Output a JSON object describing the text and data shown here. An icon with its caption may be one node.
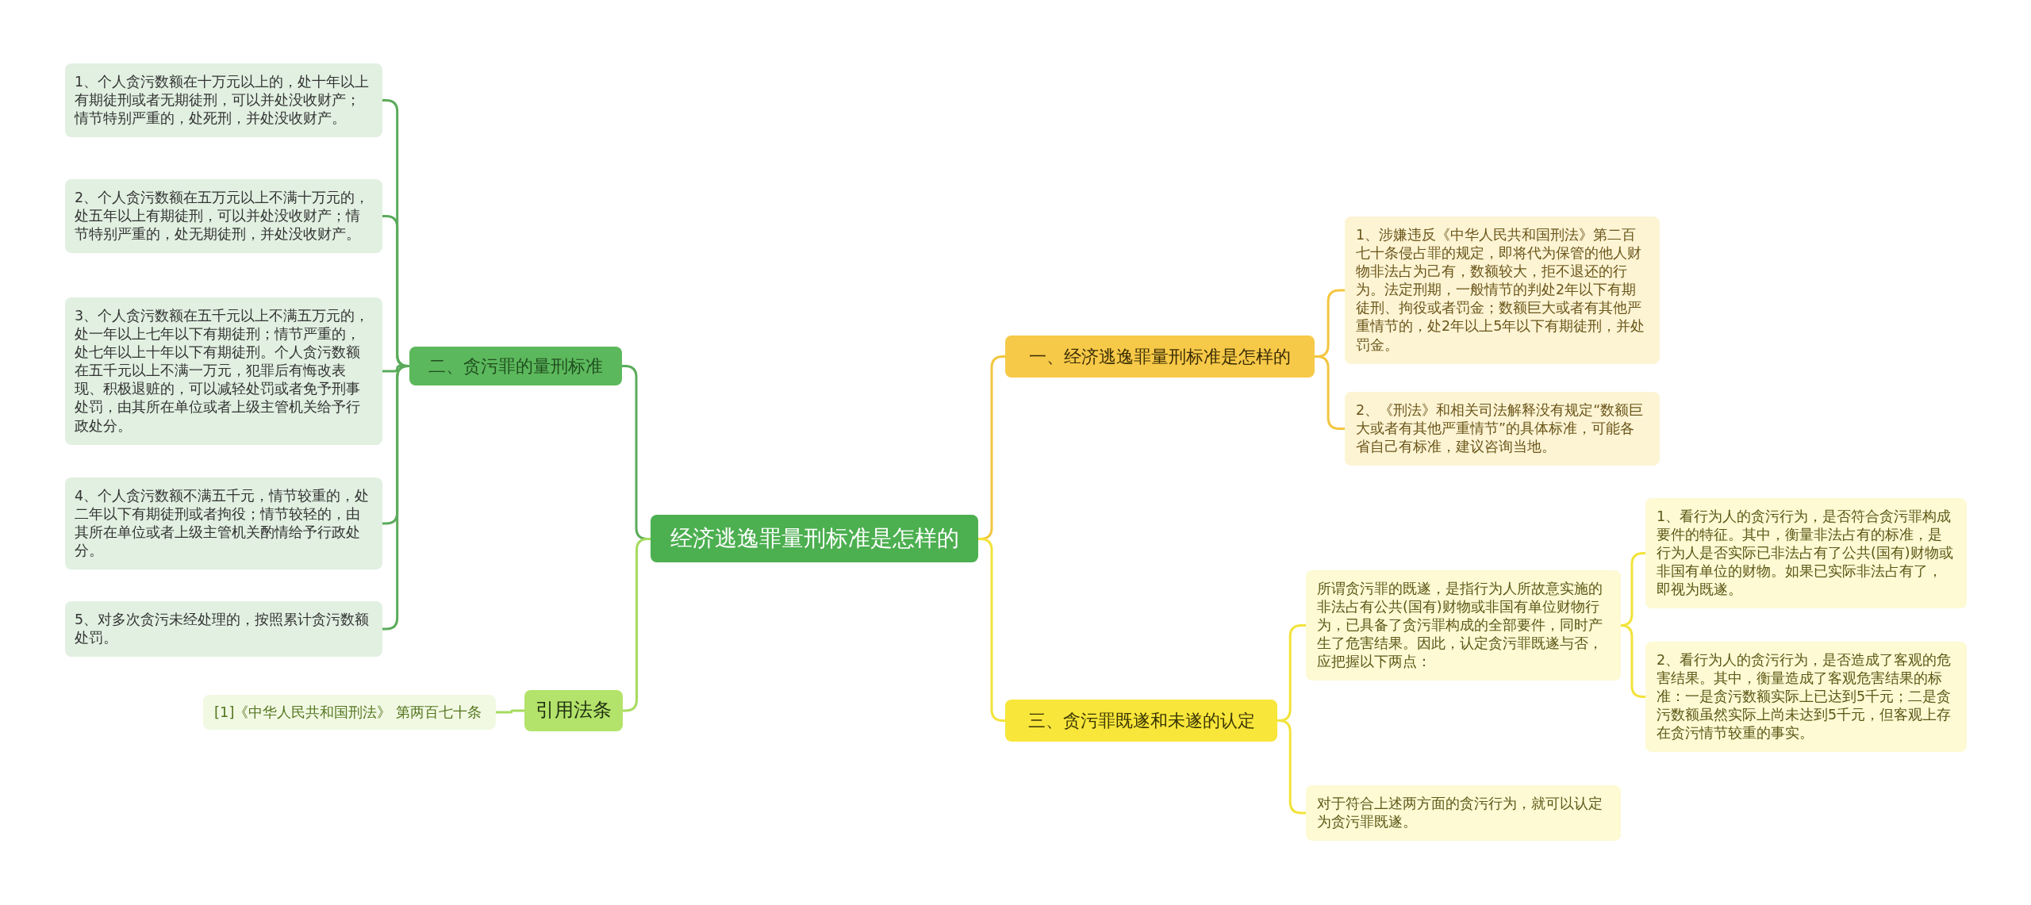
{
  "diagram": {
    "nodes": [
      {
        "text": [
          "经济逃逸罪量刑标准是怎样的"
        ]
      },
      {
        "text": [
          "二、贪污罪的量刑标准"
        ]
      },
      {
        "text": [
          "1、个人贪污数额在十万元以上的，处十年以上有期徒刑或者无期徒刑，可以并处没收财产；情节特别严重的，处死刑，并处没收财产。"
        ]
      },
      {
        "text": [
          "2、个人贪污数额在五万元以上不满十万元的，处五年以上有期徒刑，可以并处没收财产；情节特别严重的，处无期徒刑，并处没收财产。"
        ]
      },
      {
        "text": [
          "3、个人贪污数额在五千元以上不满五万元的，处一年以上七年以下有期徒刑；情节严重的，处七年以上十年以下有期徒刑。个人贪污数额在五千元以上不满一万元，犯罪后有悔改表现、积极退赃的，可以减轻处罚或者免予刑事处罚，由其所在单位或者上级主管机关给予行政处分。"
        ]
      },
      {
        "text": [
          "4、个人贪污数额不满五千元，情节较重的，处二年以下有期徒刑或者拘役；情节较轻的，由其所在单位或者上级主管机关酌情给予行政处分。"
        ]
      },
      {
        "text": [
          "5、对多次贪污未经处理的，按照累计贪污数额处罚。"
        ]
      },
      {
        "text": [
          "引用法条"
        ]
      },
      {
        "text": [
          "[1]《中华人民共和国刑法》 第两百七十条"
        ]
      },
      {
        "text": [
          "一、经济逃逸罪量刑标准是怎样的"
        ]
      },
      {
        "text": [
          "1、涉嫌违反《中华人民共和国刑法》第二百七十条侵占罪的规定，即将代为保管的他人财物非法占为己有，数额较大，拒不退还的行为。法定刑期，一般情节的判处2年以下有期徒刑、拘役或者罚金；数额巨大或者有其他严重情节的，处2年以上5年以下有期徒刑，并处罚金。"
        ]
      },
      {
        "text": [
          "2、《刑法》和相关司法解释没有规定“数额巨大或者有其他严重情节”的具体标准，可能各省自己有标准，建议咨询当地。"
        ]
      },
      {
        "text": [
          "三、贪污罪既遂和未遂的认定"
        ]
      },
      {
        "text": [
          "所谓贪污罪的既遂，是指行为人所故意实施的非法占有公共(国有)财物或非国有单位财物行为，已具备了贪污罪构成的全部要件，同时产生了危害结果。因此，认定贪污罪既遂与否，应把握以下两点："
        ]
      },
      {
        "text": [
          "1、看行为人的贪污行为，是否符合贪污罪构成要件的特征。其中，衡量非法占有的标准，是行为人是否实际已非法占有了公共(国有)财物或非国有单位的财物。如果已实际非法占有了，即视为既遂。"
        ]
      },
      {
        "text": [
          "2、看行为人的贪污行为，是否造成了客观的危害结果。其中，衡量造成了客观危害结果的标准：一是贪污数额实际上已达到5千元；二是贪污数额虽然实际上尚未达到5千元，但客观上存在贪污情节较重的事实。"
        ]
      },
      {
        "text": [
          "对于符合上述两方面的贪污行为，就可以认定为贪污罪既遂。"
        ]
      }
    ],
    "edges": [
      {
        "from": 0,
        "to": 1,
        "arrow": "none"
      },
      {
        "from": 1,
        "to": 2,
        "arrow": "none"
      },
      {
        "from": 1,
        "to": 3,
        "arrow": "none"
      },
      {
        "from": 1,
        "to": 4,
        "arrow": "none"
      },
      {
        "from": 1,
        "to": 5,
        "arrow": "none"
      },
      {
        "from": 1,
        "to": 6,
        "arrow": "none"
      },
      {
        "from": 0,
        "to": 7,
        "arrow": "none",
        "color": "#a6dc5e"
      },
      {
        "from": 7,
        "to": 8,
        "arrow": "none",
        "color": "#a6dc5e"
      },
      {
        "from": 0,
        "to": 9,
        "arrow": "none",
        "color": "#f3c63f"
      },
      {
        "from": 9,
        "to": 10,
        "arrow": "none",
        "color": "#f3c63f"
      },
      {
        "from": 9,
        "to": 11,
        "arrow": "none",
        "color": "#f3c63f"
      },
      {
        "from": 0,
        "to": 12,
        "arrow": "none",
        "color": "#f2e33a"
      },
      {
        "from": 12,
        "to": 13,
        "arrow": "none",
        "color": "#f2e33a"
      },
      {
        "from": 13,
        "to": 14,
        "arrow": "none",
        "color": "#f2e33a"
      },
      {
        "from": 13,
        "to": 15,
        "arrow": "none",
        "color": "#f2e33a"
      },
      {
        "from": 12,
        "to": 16,
        "arrow": "none",
        "color": "#f2e33a"
      }
    ]
  }
}
